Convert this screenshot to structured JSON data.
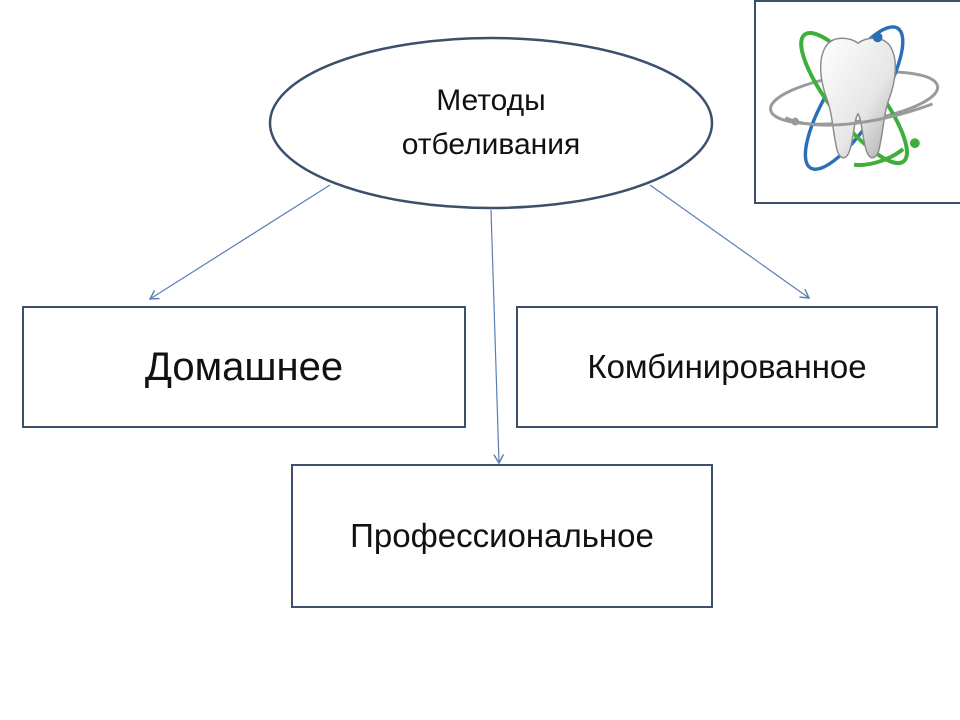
{
  "diagram": {
    "root": {
      "line1": "Методы",
      "line2": "отбеливания"
    },
    "nodes": {
      "home": "Домашнее",
      "combined": "Комбинированное",
      "professional": "Профессиональное"
    },
    "colors": {
      "border": "#3b506b",
      "arrow": "#5b7fb3",
      "orbit_blue": "#2a6fb5",
      "orbit_green": "#3fae3a"
    },
    "emblem_icon": "tooth-atom-icon"
  }
}
